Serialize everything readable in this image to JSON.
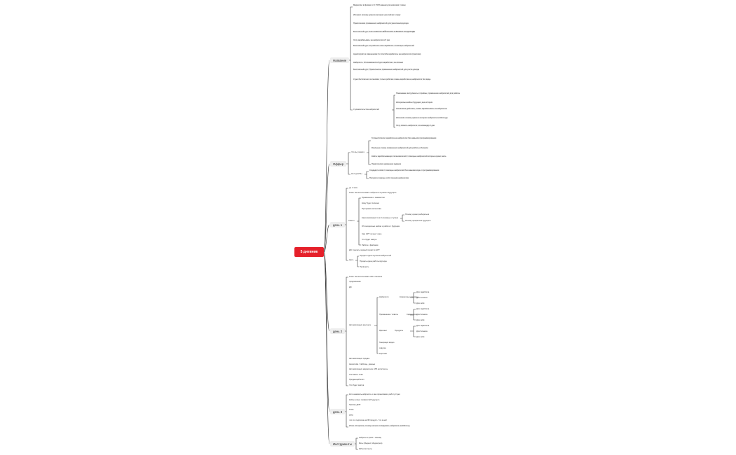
{
  "root": {
    "label": "5 дневник"
  },
  "branches": {
    "name": {
      "label": "Название",
      "items": [
        "Маркетинг в физике от 0: ТОП навыки для новичков / этапы",
        "Истории: почему нужно в интернет уже сейчас / сразу",
        "Практические применения нейросетей для увеличения дохода",
        "Бесплатный курс: КАК ЗАЖИТЬ НЕЙРОСЕТИ И ВЫРАСТИ В ДОХОДЕ",
        "Хочу зарабатывать на нейросетях в 5 раз",
        "Бесплатный курс: 10 рабочих схем заработка с помощью нейросетей",
        "Адаптируйся к изменениям: 3х способа заработать на нейросетях (практика)",
        "Нейросеть: 10 возможностей для заработка и за сколько",
        "Бесплатный курс: Практическое применение нейросетей для роста дохода",
        "3 дня бесплатного интенсива: только рабочие схемы заработка на нейросетях без воды"
      ],
      "sub": {
        "label": "3 доказательства нейросетей",
        "items": [
          "Показываю инструменты и приёмы, применение нейросетей для работы",
          "Интересные кейсы будущего дня истории",
          "Пошаговые действия, схемы зарабатывать на нейросетях",
          "Интенсив: почему нужно в интернет нейросети в 2024 году",
          "Хочу освоить нейросети и в командир 2 дня"
        ]
      }
    },
    "offer": {
      "label": "Оффер",
      "groups": [
        {
          "label": "Что вы узнаете",
          "items": [
            "Готовый список заработка на нейросетях без навыков программирования",
            "Реальные схемы применения нейросетей для работы и бизнеса",
            "Кейсы зарабатывающих пользователей с помощью нейросетей которые нужно знать",
            "Практические домашние задания"
          ]
        },
        {
          "label": "На 3 дня Вы",
          "items": [
            "Создадите свой с помощью нейросетей без навыков кода и программирования",
            "Получите помощь по 10 лучшим нейросетям"
          ]
        }
      ]
    },
    "day1": {
      "label": "день 1",
      "items": [
        "до 1 часа",
        "Тема: Как использовать нейросети в работе будущего",
        "ДЗ: Сделать первый промпт в GPT",
        "Цель"
      ],
      "content": {
        "label": "Смысл",
        "items": [
          "Применение и знакомство",
          "Кому будет полезно",
          "Программа интенсива",
          "Какие возможности в 3 основные ступени",
          "Об интересных кейсах и работе с будущим",
          "Чем GPT лучше / хуже",
          "Что будет завтра",
          "Работа с файлами"
        ],
        "sub": [
          "Почему нужно разбираться",
          "Почему профессия будущего"
        ]
      },
      "goal": [
        "Продать идею изучения нейросетей",
        "Продать идею работы вручную",
        "Проверить"
      ]
    },
    "day2": {
      "label": "день 2",
      "items": [
        "Тема: Как использовать ИИ в бизнесе",
        "продолжение",
        "ДЗ",
        "Автоматизация контента",
        "Автоматизация продаж",
        "Аналитика / таблицы, данные",
        "Автоматизация маркетинга / ИИ ассистенты",
        "Составить план",
        "Продающий клип",
        "Что будет завтра"
      ],
      "auto": {
        "groups": [
          {
            "label": "Нейросети",
            "sub": "Конкретные примеры",
            "leaves": [
              "Для заработка",
              "Для бизнеса",
              "Для себя"
            ]
          },
          {
            "label": "Применение / советы",
            "sub": "Скриншоты",
            "leaves": [
              "Для заработка",
              "Для бизнеса",
              "Для себя"
            ]
          },
          {
            "label": "Фриланс",
            "sub": "Продукты",
            "leaves": [
              "Для заработка",
              "Для бизнеса",
              "Для себя"
            ]
          }
        ],
        "extra": [
          "Генерация видео",
          "озвучка",
          "картинки"
        ]
      }
    },
    "day3": {
      "label": "день 3",
      "items": [
        "Кого нанимать нейросеть и как организовать работу 3 дня",
        "Кейсы новых профессий будущего",
        "Пример ДОП",
        "Тема",
        "ОТО",
        "что это подписка на ИИ продукт / что в ней",
        "Итоги: 10 причин, почему нельзя откладывать нейросети на 2024 год"
      ]
    },
    "tools": {
      "label": "Инструменты",
      "items": [
        "Нейросети (GPT / Claude)",
        "Боты (Яндекс, Медиатрон)",
        "ИИ ассистенты"
      ]
    }
  }
}
